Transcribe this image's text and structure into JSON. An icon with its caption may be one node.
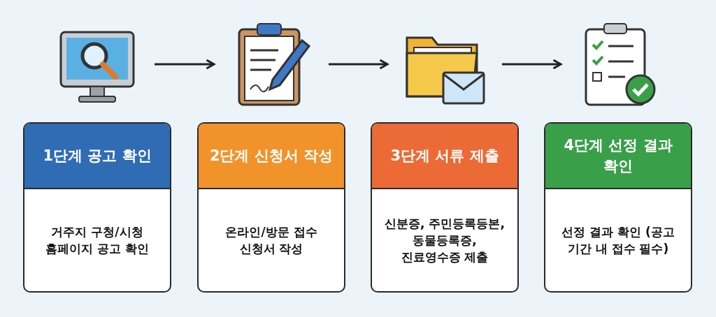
{
  "diagram": {
    "nodes": [
      {
        "text": [],
        "shape": "picture"
      },
      {
        "text": [],
        "shape": "picture"
      },
      {
        "text": [],
        "shape": "picture"
      },
      {
        "text": [],
        "shape": "picture"
      },
      {
        "text": [
          "1단계 공고 확인",
          "거주지 구청/시청 홈페이지 공고 확인"
        ]
      },
      {
        "text": [
          "2단계 신청서 작성",
          "온라인/방문 접수 신청서 작성"
        ]
      },
      {
        "text": [
          "3단계 서류 제출",
          "신분증, 주민등록등본, 동물등록증, 진료영수증 제출"
        ]
      },
      {
        "text": [
          "4단계 선정 결과 확인",
          "선정 결과 확인 (공고 기간 내 접수 필수)"
        ]
      }
    ],
    "edges": [
      {
        "from": 0,
        "to": 1,
        "arrow": "to"
      },
      {
        "from": 1,
        "to": 2,
        "arrow": "to"
      },
      {
        "from": 2,
        "to": 3,
        "arrow": "to"
      }
    ]
  }
}
